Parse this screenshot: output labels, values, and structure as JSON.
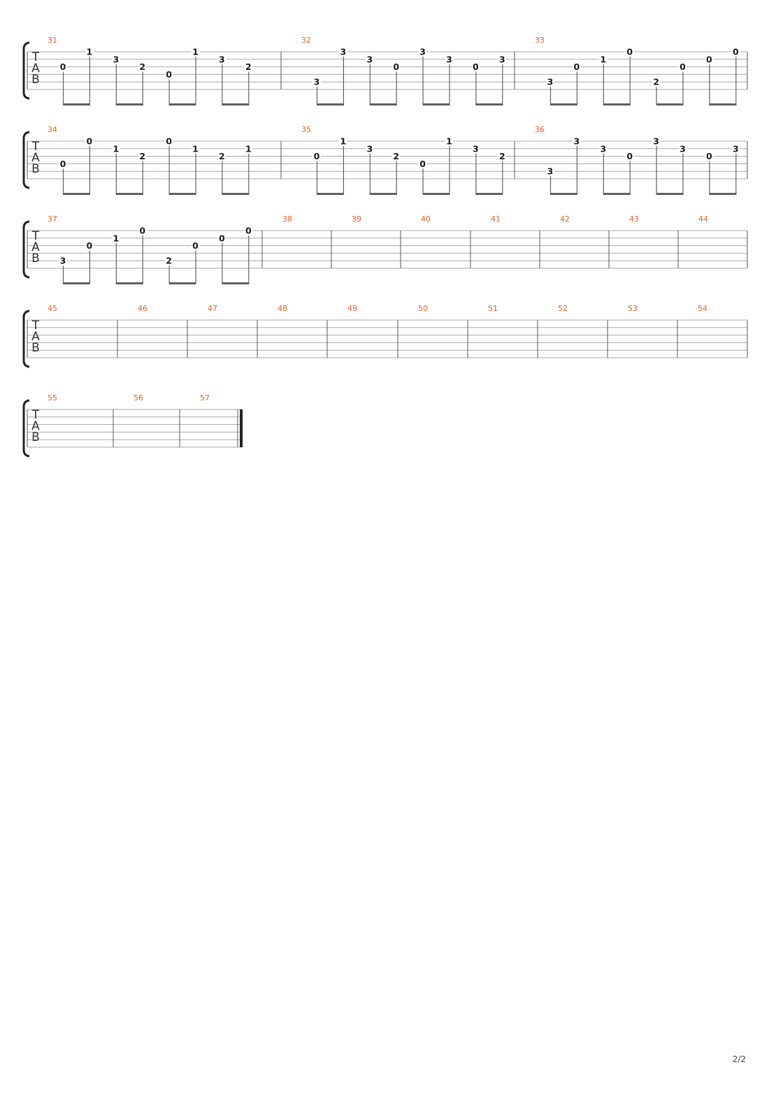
{
  "page": {
    "page_number": "2/2"
  },
  "tab_clef": {
    "t": "T",
    "a": "A",
    "b": "B"
  },
  "colors": {
    "measure_number": "#e8622c",
    "staff_line": "#a8a8a8",
    "note": "#1a1a1a",
    "stem": "#606060"
  },
  "systems": [
    {
      "measures": [
        {
          "number": "31",
          "notes": [
            {
              "fret": "0",
              "string": 3
            },
            {
              "fret": "1",
              "string": 1
            },
            {
              "fret": "3",
              "string": 2
            },
            {
              "fret": "2",
              "string": 3
            },
            {
              "fret": "0",
              "string": 4
            },
            {
              "fret": "1",
              "string": 1
            },
            {
              "fret": "3",
              "string": 2
            },
            {
              "fret": "2",
              "string": 3
            }
          ]
        },
        {
          "number": "32",
          "notes": [
            {
              "fret": "3",
              "string": 5
            },
            {
              "fret": "3",
              "string": 1
            },
            {
              "fret": "3",
              "string": 2
            },
            {
              "fret": "0",
              "string": 3
            },
            {
              "fret": "3",
              "string": 1
            },
            {
              "fret": "3",
              "string": 2
            },
            {
              "fret": "0",
              "string": 3
            },
            {
              "fret": "3",
              "string": 2
            }
          ]
        },
        {
          "number": "33",
          "notes": [
            {
              "fret": "3",
              "string": 5
            },
            {
              "fret": "0",
              "string": 3
            },
            {
              "fret": "1",
              "string": 2
            },
            {
              "fret": "0",
              "string": 1
            },
            {
              "fret": "2",
              "string": 5
            },
            {
              "fret": "0",
              "string": 3
            },
            {
              "fret": "0",
              "string": 2
            },
            {
              "fret": "0",
              "string": 1
            }
          ]
        }
      ]
    },
    {
      "measures": [
        {
          "number": "34",
          "notes": [
            {
              "fret": "0",
              "string": 4
            },
            {
              "fret": "0",
              "string": 1
            },
            {
              "fret": "1",
              "string": 2
            },
            {
              "fret": "2",
              "string": 3
            },
            {
              "fret": "0",
              "string": 1
            },
            {
              "fret": "1",
              "string": 2
            },
            {
              "fret": "2",
              "string": 3
            },
            {
              "fret": "1",
              "string": 2
            }
          ]
        },
        {
          "number": "35",
          "notes": [
            {
              "fret": "0",
              "string": 3
            },
            {
              "fret": "1",
              "string": 1
            },
            {
              "fret": "3",
              "string": 2
            },
            {
              "fret": "2",
              "string": 3
            },
            {
              "fret": "0",
              "string": 4
            },
            {
              "fret": "1",
              "string": 1
            },
            {
              "fret": "3",
              "string": 2
            },
            {
              "fret": "2",
              "string": 3
            }
          ]
        },
        {
          "number": "36",
          "notes": [
            {
              "fret": "3",
              "string": 5
            },
            {
              "fret": "3",
              "string": 1
            },
            {
              "fret": "3",
              "string": 2
            },
            {
              "fret": "0",
              "string": 3
            },
            {
              "fret": "3",
              "string": 1
            },
            {
              "fret": "3",
              "string": 2
            },
            {
              "fret": "0",
              "string": 3
            },
            {
              "fret": "3",
              "string": 2
            }
          ]
        }
      ]
    },
    {
      "measures": [
        {
          "number": "37",
          "notes": [
            {
              "fret": "3",
              "string": 5
            },
            {
              "fret": "0",
              "string": 3
            },
            {
              "fret": "1",
              "string": 2
            },
            {
              "fret": "0",
              "string": 1
            },
            {
              "fret": "2",
              "string": 5
            },
            {
              "fret": "0",
              "string": 3
            },
            {
              "fret": "0",
              "string": 2
            },
            {
              "fret": "0",
              "string": 1
            }
          ]
        },
        {
          "number": "38",
          "notes": []
        },
        {
          "number": "39",
          "notes": []
        },
        {
          "number": "40",
          "notes": []
        },
        {
          "number": "41",
          "notes": []
        },
        {
          "number": "42",
          "notes": []
        },
        {
          "number": "43",
          "notes": []
        },
        {
          "number": "44",
          "notes": []
        }
      ]
    },
    {
      "measures": [
        {
          "number": "45",
          "notes": []
        },
        {
          "number": "46",
          "notes": []
        },
        {
          "number": "47",
          "notes": []
        },
        {
          "number": "48",
          "notes": []
        },
        {
          "number": "49",
          "notes": []
        },
        {
          "number": "50",
          "notes": []
        },
        {
          "number": "51",
          "notes": []
        },
        {
          "number": "52",
          "notes": []
        },
        {
          "number": "53",
          "notes": []
        },
        {
          "number": "54",
          "notes": []
        }
      ]
    },
    {
      "final_barline": true,
      "measures": [
        {
          "number": "55",
          "notes": []
        },
        {
          "number": "56",
          "notes": []
        },
        {
          "number": "57",
          "notes": []
        }
      ]
    }
  ]
}
